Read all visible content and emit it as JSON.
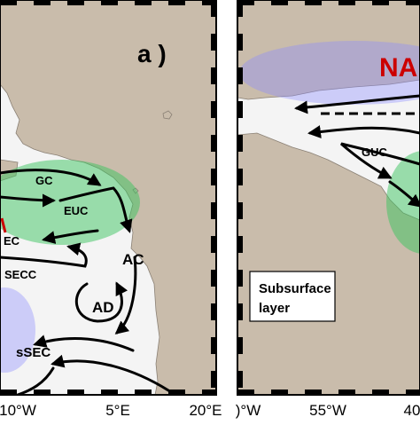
{
  "figure": {
    "colors": {
      "land": "#c9bcab",
      "ocean": "#f4f4f4",
      "coast": "#8a8075",
      "green_region": "#3cc45f",
      "blue_region": "#8c8cff",
      "current": "#000000",
      "label_red": "#cc0000",
      "frame": "#000000"
    }
  },
  "panel_left": {
    "label": "a )",
    "x_ticks": [
      "10°W",
      "5°E",
      "20°E"
    ],
    "currents": [
      {
        "label": "GC"
      },
      {
        "label": "EUC"
      },
      {
        "label": "EC"
      },
      {
        "label": "SECC"
      },
      {
        "label": "AC"
      },
      {
        "label": "AD"
      },
      {
        "label": "sSEC"
      }
    ]
  },
  "panel_right": {
    "label": "NA",
    "layer_label_line1": "Subsurface",
    "layer_label_line2": "layer",
    "x_ticks": [
      ")°W",
      "55°W",
      "40"
    ],
    "currents": [
      {
        "label": "GUC"
      }
    ]
  }
}
